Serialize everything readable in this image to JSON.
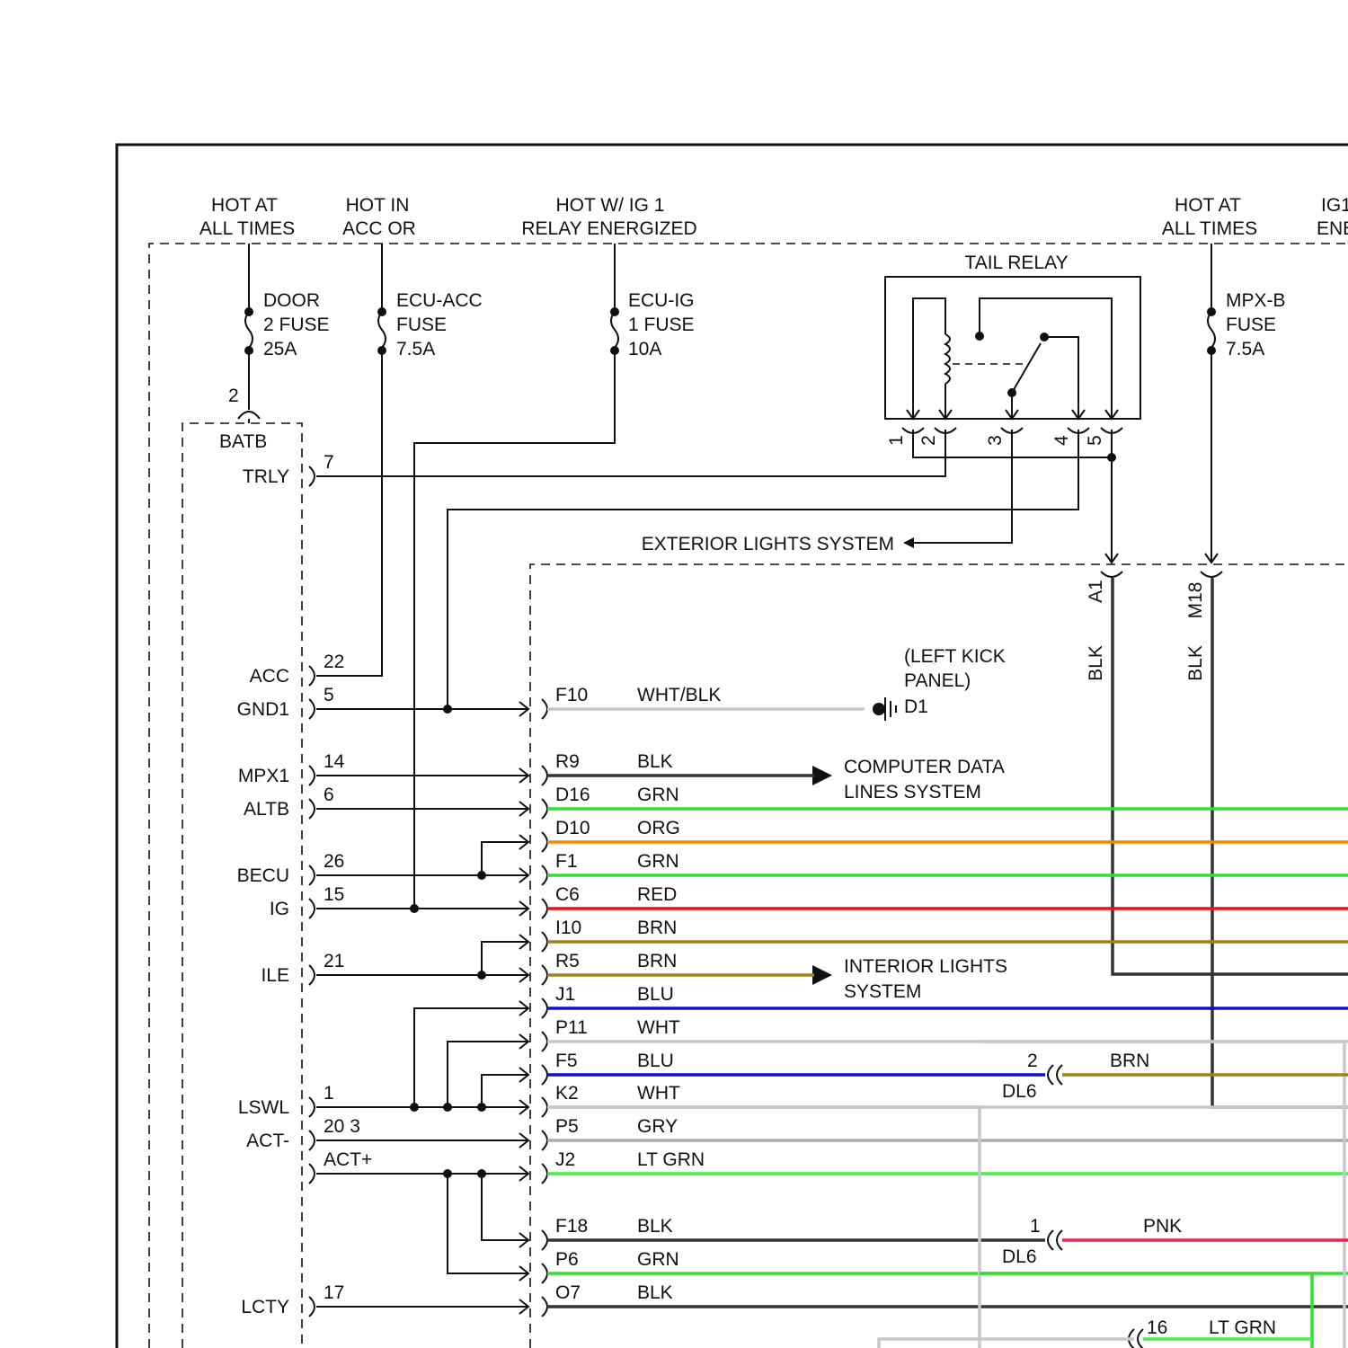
{
  "labels": {
    "hot_at_all_times_1": [
      "HOT AT",
      "ALL TIMES"
    ],
    "hot_in_acc": [
      "HOT IN",
      "ACC OR"
    ],
    "hot_ig1": [
      "HOT W/ IG 1",
      "RELAY ENERGIZED"
    ],
    "hot_at_all_times_2": [
      "HOT AT",
      "ALL TIMES"
    ],
    "ig_ene_partial": [
      "IG1",
      "ENE"
    ],
    "fuse_door": [
      "DOOR",
      "2 FUSE",
      "25A"
    ],
    "fuse_ecu_acc": [
      "ECU-ACC",
      "FUSE",
      "7.5A"
    ],
    "fuse_ecu_ig": [
      "ECU-IG",
      "1 FUSE",
      "10A"
    ],
    "fuse_mpxb": [
      "MPX-B",
      "FUSE",
      "7.5A"
    ],
    "tail_relay": "TAIL RELAY",
    "relay_pins": [
      "1",
      "2",
      "3",
      "4",
      "5"
    ],
    "exterior_lights": "EXTERIOR LIGHTS SYSTEM",
    "computer_data": [
      "COMPUTER DATA",
      "LINES SYSTEM"
    ],
    "interior_lights": [
      "INTERIOR LIGHTS",
      "SYSTEM"
    ],
    "left_kick": [
      "(LEFT KICK",
      "PANEL)"
    ],
    "ground_d1": "D1",
    "batb_pin": "2",
    "batb": "BATB",
    "dl6": "DL6",
    "a1": "A1",
    "m18": "M18",
    "blk": "BLK"
  },
  "ecu_pins": [
    {
      "name": "TRLY",
      "num": "7"
    },
    {
      "name": "ACC",
      "num": "22"
    },
    {
      "name": "GND1",
      "num": "5"
    },
    {
      "name": "MPX1",
      "num": "14"
    },
    {
      "name": "ALTB",
      "num": "6"
    },
    {
      "name": "BECU",
      "num": "26"
    },
    {
      "name": "IG",
      "num": "15"
    },
    {
      "name": "ILE",
      "num": "21"
    },
    {
      "name": "LSWL",
      "num": "1"
    },
    {
      "name": "ACT-",
      "num": "20 3"
    },
    {
      "name": "ACT+",
      "num": "ACT+"
    },
    {
      "name": "LCTY",
      "num": "17"
    }
  ],
  "wires": [
    {
      "conn": "F10",
      "color_name": "WHT/BLK",
      "stroke": "#c8c8c8"
    },
    {
      "conn": "R9",
      "color_name": "BLK",
      "stroke": "#333333"
    },
    {
      "conn": "D16",
      "color_name": "GRN",
      "stroke": "#33dd33"
    },
    {
      "conn": "D10",
      "color_name": "ORG",
      "stroke": "#f08a00"
    },
    {
      "conn": "F1",
      "color_name": "GRN",
      "stroke": "#33dd33"
    },
    {
      "conn": "C6",
      "color_name": "RED",
      "stroke": "#ee1111"
    },
    {
      "conn": "I10",
      "color_name": "BRN",
      "stroke": "#a08418"
    },
    {
      "conn": "R5",
      "color_name": "BRN",
      "stroke": "#a08418"
    },
    {
      "conn": "J1",
      "color_name": "BLU",
      "stroke": "#1111cc"
    },
    {
      "conn": "P11",
      "color_name": "WHT",
      "stroke": "#c8c8c8"
    },
    {
      "conn": "F5",
      "color_name": "BLU",
      "stroke": "#1111cc"
    },
    {
      "conn": "K2",
      "color_name": "WHT",
      "stroke": "#c8c8c8"
    },
    {
      "conn": "P5",
      "color_name": "GRY",
      "stroke": "#aaaaaa"
    },
    {
      "conn": "J2",
      "color_name": "LT GRN",
      "stroke": "#44ee44"
    },
    {
      "conn": "F18",
      "color_name": "BLK",
      "stroke": "#333333"
    },
    {
      "conn": "P6",
      "color_name": "GRN",
      "stroke": "#33dd33"
    },
    {
      "conn": "O7",
      "color_name": "BLK",
      "stroke": "#333333"
    }
  ],
  "splices": [
    {
      "num": "2",
      "name": "DL6",
      "color_name": "BRN",
      "stroke": "#a08418"
    },
    {
      "num": "1",
      "name": "DL6",
      "color_name": "PNK",
      "stroke": "#ee2255"
    },
    {
      "num": "16",
      "name": "",
      "color_name": "LT GRN",
      "stroke": "#44ee44"
    }
  ]
}
